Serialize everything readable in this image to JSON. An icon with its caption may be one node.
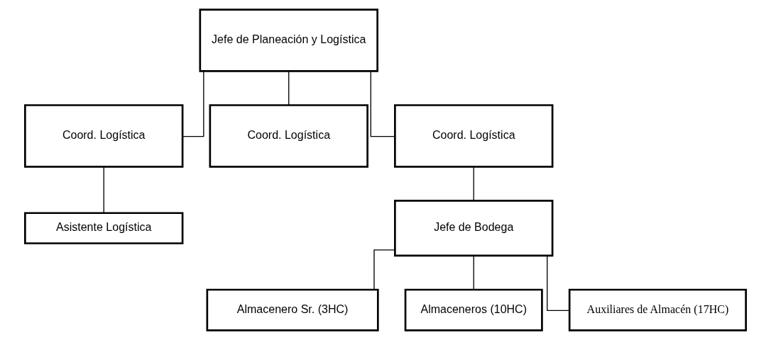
{
  "diagram": {
    "nodes": [
      {
        "text": [
          "Jefe de Planeación y Logística"
        ]
      },
      {
        "text": [
          "Coord. Logística"
        ]
      },
      {
        "text": [
          "Coord. Logística"
        ]
      },
      {
        "text": [
          "Coord. Logística"
        ]
      },
      {
        "text": [
          "Asistente Logística"
        ]
      },
      {
        "text": [
          "Jefe de Bodega"
        ]
      },
      {
        "text": [
          "Almacenero Sr. (3HC)"
        ]
      },
      {
        "text": [
          "Almaceneros (10HC)"
        ]
      },
      {
        "text": [
          "Auxiliares de Almacén (17HC)"
        ]
      }
    ],
    "edges": [
      {
        "from": 0,
        "to": 1,
        "arrow": "none"
      },
      {
        "from": 0,
        "to": 2,
        "arrow": "none"
      },
      {
        "from": 0,
        "to": 3,
        "arrow": "none"
      },
      {
        "from": 1,
        "to": 4,
        "arrow": "none"
      },
      {
        "from": 3,
        "to": 5,
        "arrow": "none"
      },
      {
        "from": 5,
        "to": 6,
        "arrow": "none"
      },
      {
        "from": 5,
        "to": 7,
        "arrow": "none"
      },
      {
        "from": 5,
        "to": 8,
        "arrow": "none"
      }
    ]
  }
}
